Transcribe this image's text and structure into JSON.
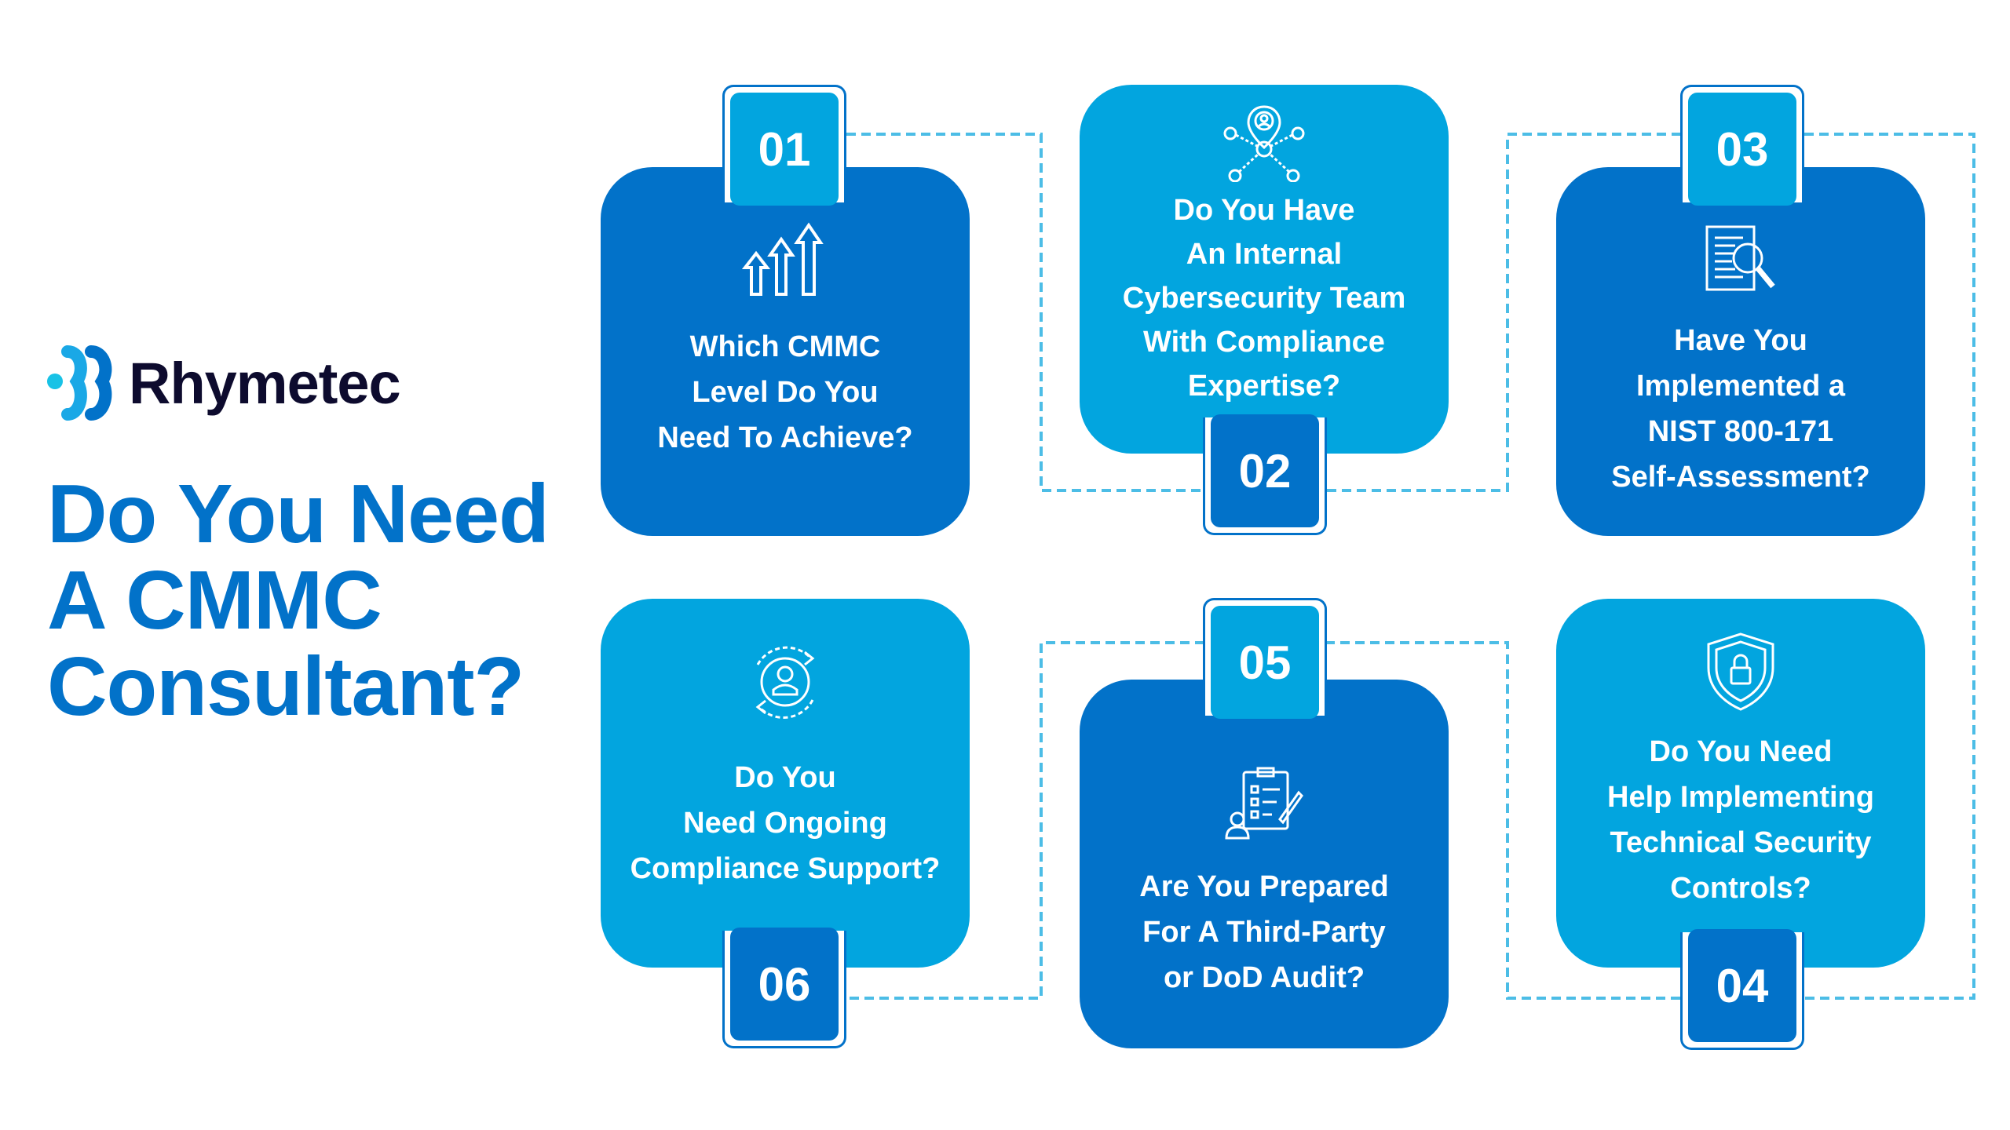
{
  "brand": {
    "name": "Rhymetec"
  },
  "title": {
    "lines": [
      "Do You Need",
      "A CMMC",
      "Consultant?"
    ]
  },
  "colors": {
    "dark_blue": "#0272c9",
    "light_blue": "#02a5df",
    "dash": "#4cbde6",
    "logo_text": "#0d0b2e"
  },
  "steps": [
    {
      "number": "01",
      "icon": "rising-arrows-icon",
      "lines": [
        "Which CMMC",
        "Level Do You",
        "Need To Achieve?"
      ]
    },
    {
      "number": "02",
      "icon": "team-network-icon",
      "lines": [
        "Do You Have",
        "An Internal",
        "Cybersecurity Team",
        "With Compliance",
        "Expertise?"
      ]
    },
    {
      "number": "03",
      "icon": "document-search-icon",
      "lines": [
        "Have You",
        "Implemented a",
        "NIST 800-171",
        "Self-Assessment?"
      ]
    },
    {
      "number": "04",
      "icon": "shield-lock-icon",
      "lines": [
        "Do You Need",
        "Help Implementing",
        "Technical Security",
        "Controls?"
      ]
    },
    {
      "number": "05",
      "icon": "audit-clipboard-icon",
      "lines": [
        "Are You Prepared",
        "For A Third-Party",
        "or DoD Audit?"
      ]
    },
    {
      "number": "06",
      "icon": "support-cycle-icon",
      "lines": [
        "Do You",
        "Need Ongoing",
        "Compliance Support?"
      ]
    }
  ]
}
